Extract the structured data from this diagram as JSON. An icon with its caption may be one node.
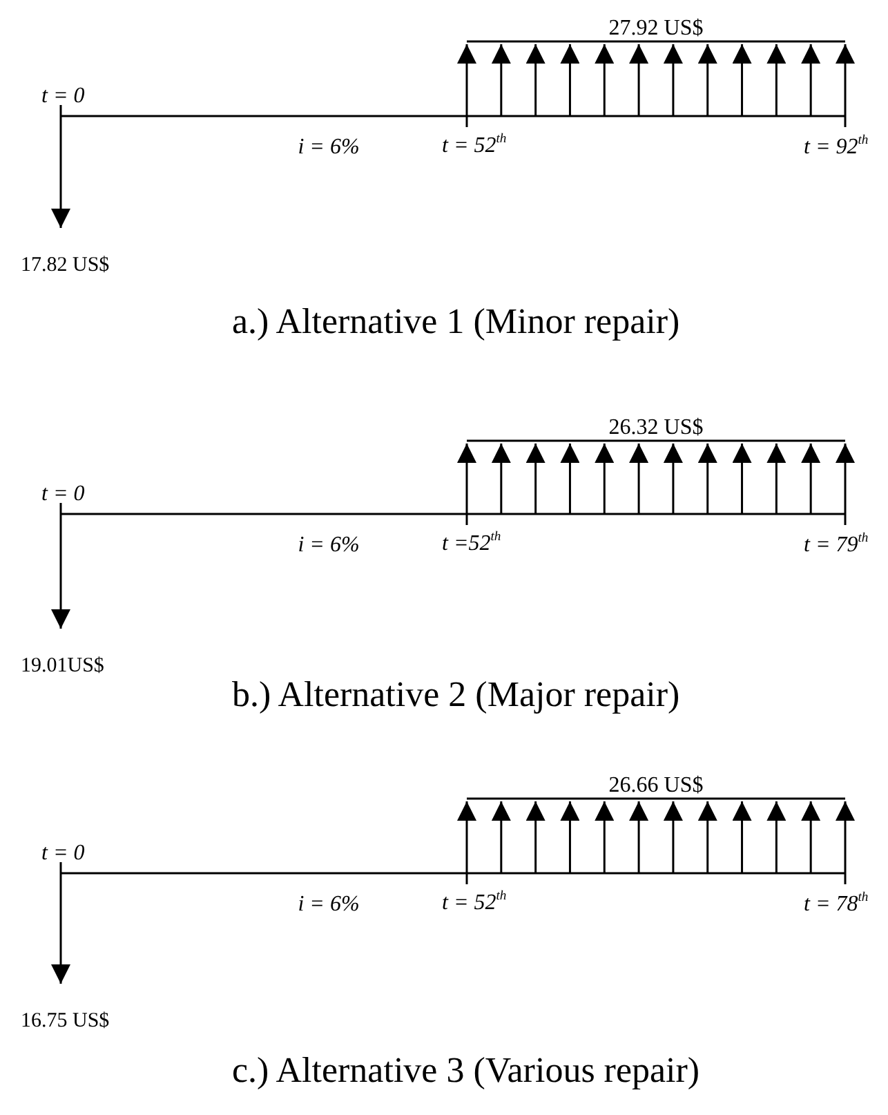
{
  "diagram": {
    "labels": [
      "27.92 US$",
      "t = 0",
      "i = 6%",
      "t = 52$^{th}$",
      "t = 92$^{th}$",
      "17.82 US$",
      "a.) Alternative 1 (Minor repair)",
      "26.32 US$",
      "t = 0",
      "i = 6%",
      "t =52$^{th}$",
      "t = 79$^{th}$",
      "19.01US$",
      "b.) Alternative 2 (Major repair)",
      "26.66 US$",
      "t = 0",
      "i = 6%",
      "t = 52$^{th}$",
      "t = 78$^{th}$",
      "16.75 US$",
      "c.) Alternative 3 (Various repair)"
    ]
  }
}
